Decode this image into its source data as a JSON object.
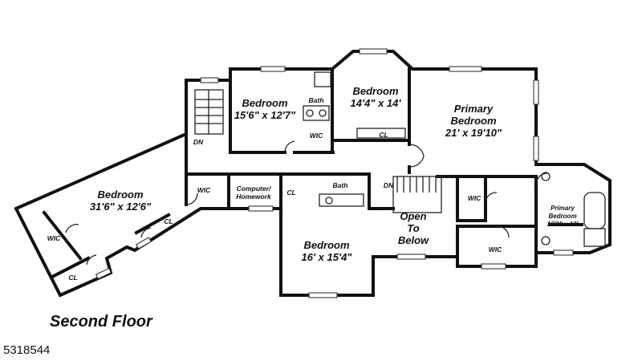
{
  "floor_title": "Second Floor",
  "listing_number": "5318544",
  "rooms": {
    "bedroom_large": {
      "name": "Bedroom",
      "size": "31'6\" x 12'6\""
    },
    "bedroom_top_left": {
      "name": "Bedroom",
      "size": "15'6\" x 12'7\""
    },
    "bedroom_top_center": {
      "name": "Bedroom",
      "size": "14'4\" x 14'"
    },
    "primary_bedroom": {
      "name": "Primary",
      "name2": "Bedroom",
      "size": "21' x 19'10\""
    },
    "bedroom_bottom": {
      "name": "Bedroom",
      "size": "16' x 15'4\""
    },
    "primary_bedroom_small": {
      "name": "Primary",
      "name2": "Bedroom",
      "size": "16'8\" x 13'"
    },
    "open_to_below": {
      "line1": "Open",
      "line2": "To",
      "line3": "Below"
    },
    "computer": {
      "line1": "Computer/",
      "line2": "Homework"
    }
  },
  "labels": {
    "bath": "Bath",
    "wic": "WIC",
    "cl": "CL",
    "dn": "DN"
  }
}
